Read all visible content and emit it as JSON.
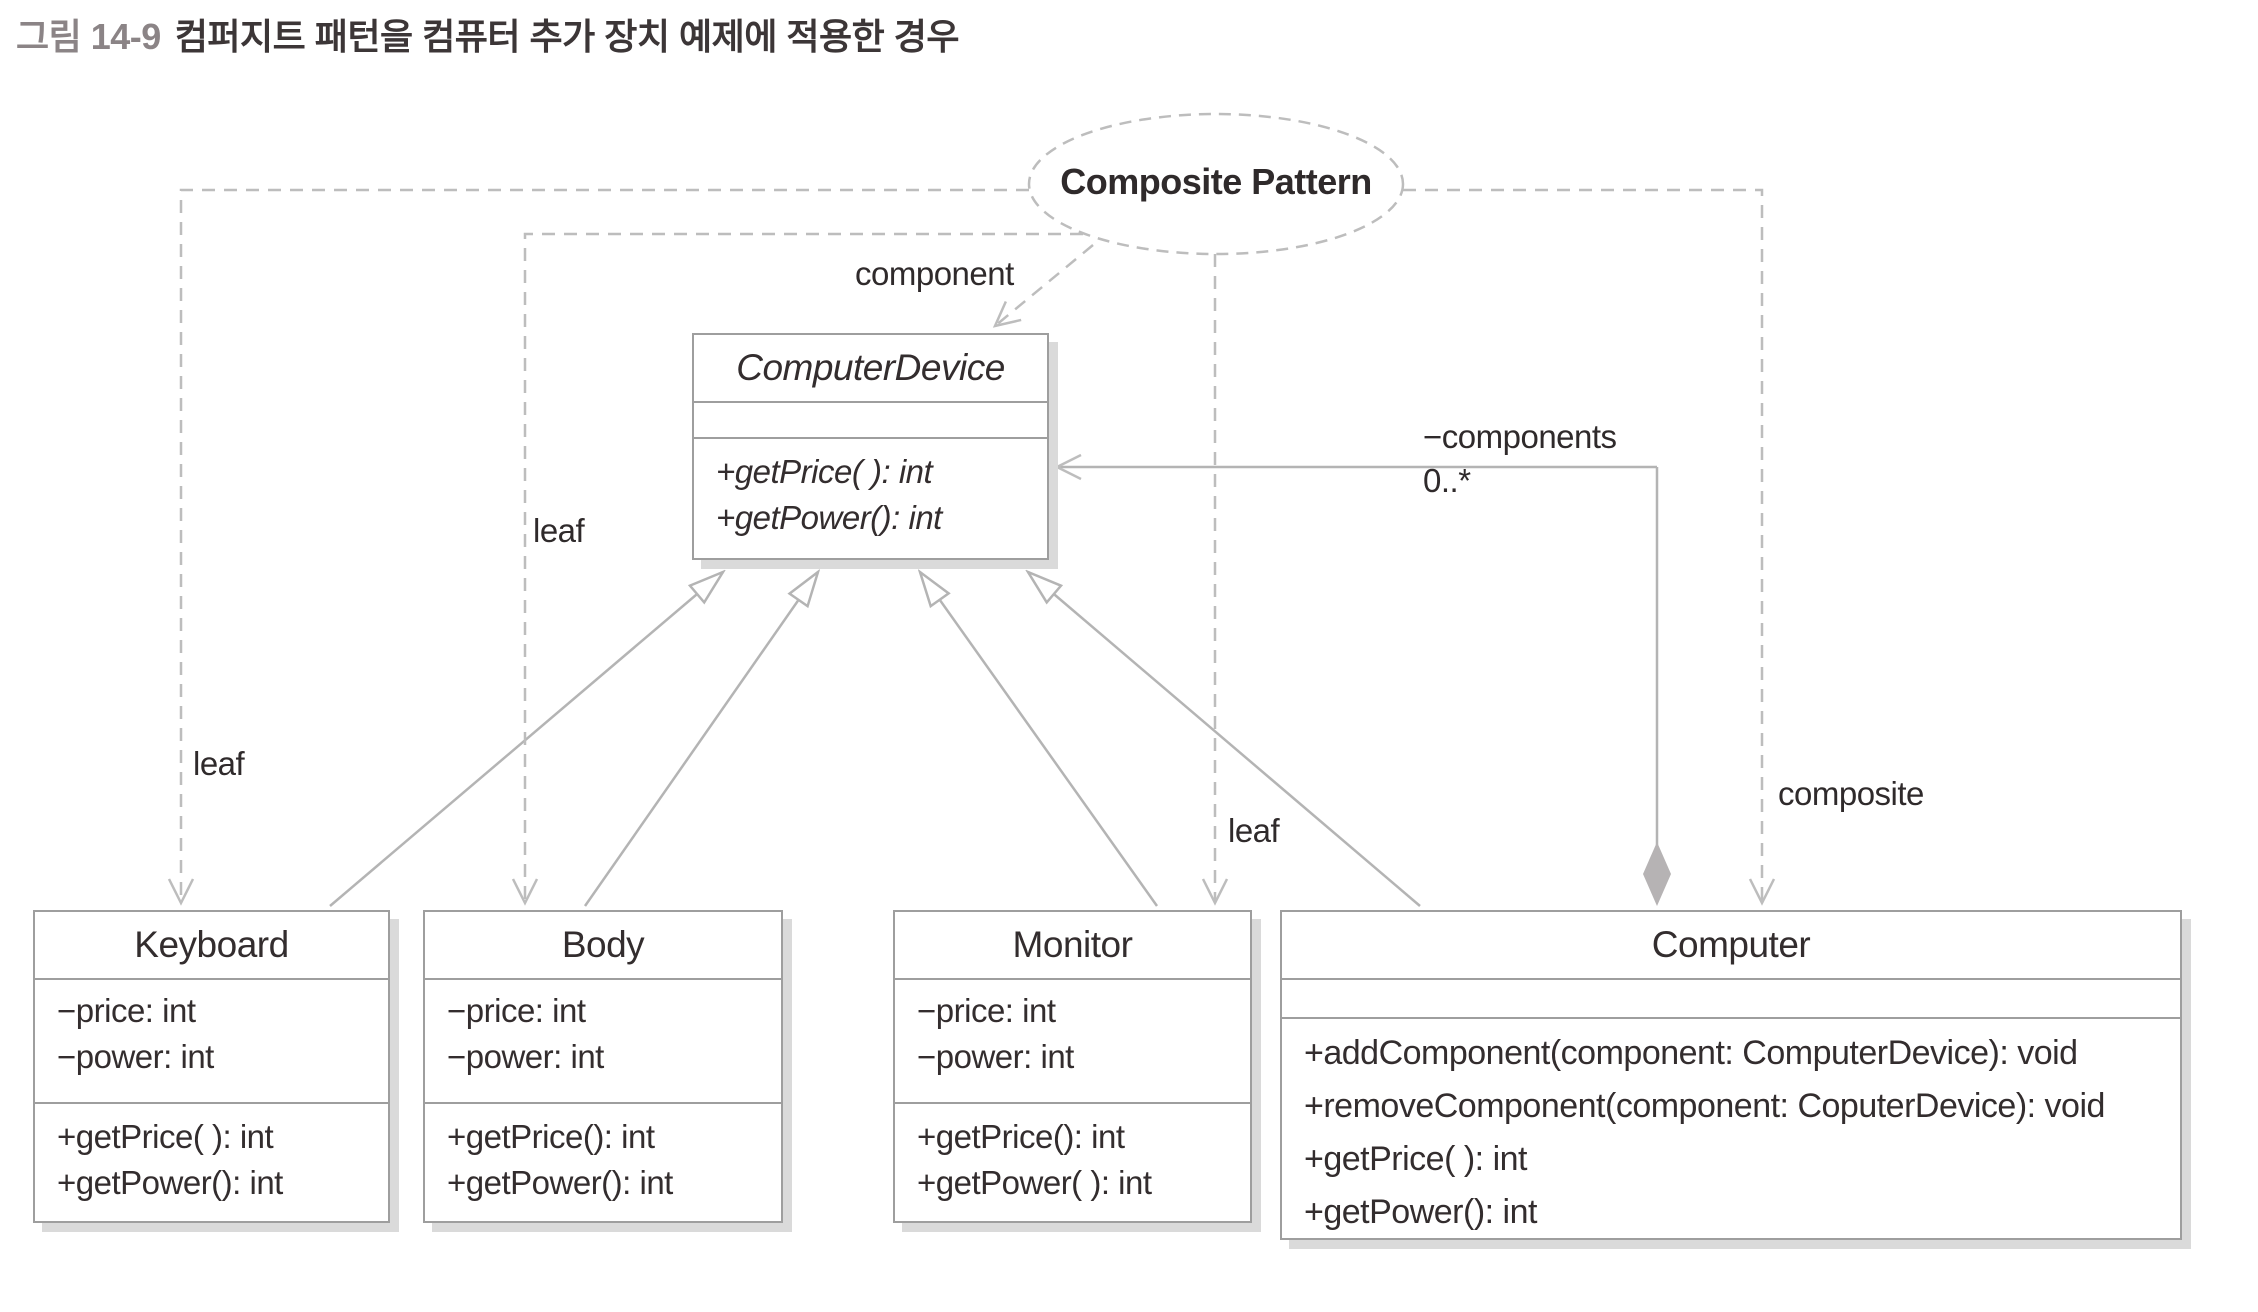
{
  "figure_title": {
    "number": "그림 14-9",
    "caption": "컴퍼지트 패턴을 컴퓨터 추가 장치 예제에 적용한 경우"
  },
  "pattern": {
    "label": "Composite Pattern"
  },
  "edge_labels": {
    "component": "component",
    "leaf_keyboard": "leaf",
    "leaf_body": "leaf",
    "leaf_monitor": "leaf",
    "composite": "composite"
  },
  "association": {
    "name": "−components",
    "multiplicity": "0..*"
  },
  "classes": {
    "computer_device": {
      "name": "ComputerDevice",
      "attributes": [],
      "methods": [
        "+getPrice( ): int",
        "+getPower(): int"
      ]
    },
    "keyboard": {
      "name": "Keyboard",
      "attributes": [
        "−price: int",
        "−power: int"
      ],
      "methods": [
        "+getPrice( ): int",
        "+getPower(): int"
      ]
    },
    "body": {
      "name": "Body",
      "attributes": [
        "−price: int",
        "−power: int"
      ],
      "methods": [
        "+getPrice(): int",
        "+getPower(): int"
      ]
    },
    "monitor": {
      "name": "Monitor",
      "attributes": [
        "−price: int",
        "−power: int"
      ],
      "methods": [
        "+getPrice(): int",
        "+getPower( ): int"
      ]
    },
    "computer": {
      "name": "Computer",
      "attributes": [],
      "methods": [
        "+addComponent(component: ComputerDevice): void",
        "+removeComponent(component: CoputerDevice): void",
        "+getPrice( ): int",
        "+getPower(): int"
      ]
    }
  },
  "colors": {
    "line_gray": "#b4b4b4",
    "dash_gray": "#bdbdbd",
    "border_gray": "#9e9e9e",
    "shadow_gray": "#dadada",
    "diamond_gray": "#b6b3b4",
    "text_dark": "#332d2e",
    "title_number_gray": "#8b8486"
  }
}
